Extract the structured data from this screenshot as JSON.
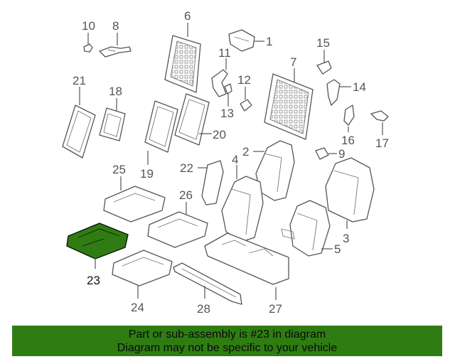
{
  "callouts": {
    "c1": "1",
    "c2": "2",
    "c3": "3",
    "c4": "4",
    "c5": "5",
    "c6": "6",
    "c7": "7",
    "c8": "8",
    "c9": "9",
    "c10": "10",
    "c11": "11",
    "c12": "12",
    "c13": "13",
    "c14": "14",
    "c15": "15",
    "c16": "16",
    "c17": "17",
    "c18": "18",
    "c19": "19",
    "c20": "20",
    "c21": "21",
    "c22": "22",
    "c23": "23",
    "c24": "24",
    "c25": "25",
    "c26": "26",
    "c27": "27",
    "c28": "28"
  },
  "highlight": {
    "part": "23",
    "color": "#2f7d12"
  },
  "banner": {
    "line1": "Part or sub-assembly is #23 in diagram",
    "line2": "Diagram may not be specific to your vehicle",
    "color": "#2f7d12"
  }
}
